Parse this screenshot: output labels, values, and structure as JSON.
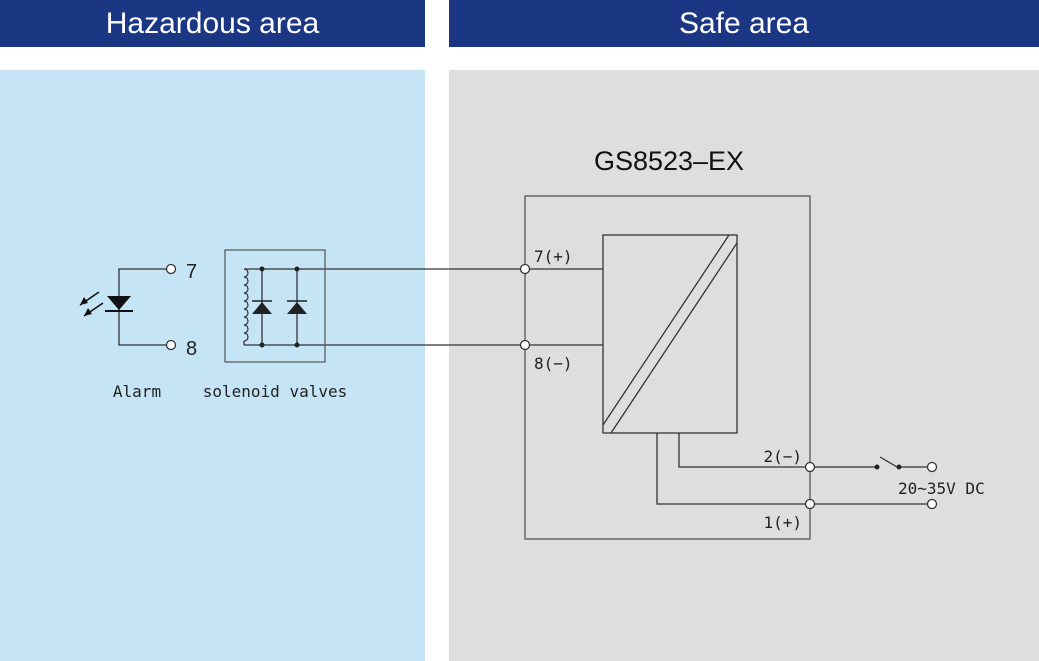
{
  "headers": {
    "hazardous": "Hazardous area",
    "safe": "Safe area"
  },
  "device": {
    "model": "GS8523–EX",
    "terminals": {
      "t7": "7(+)",
      "t8": "8(−)",
      "t2": "2(−)",
      "t1": "1(+)"
    }
  },
  "field": {
    "pin7": "7",
    "pin8": "8",
    "alarm_label": "Alarm",
    "valves_label": "solenoid valves"
  },
  "supply": {
    "label": "20~35V DC"
  },
  "colors": {
    "header_bg": "#1b3784",
    "hazardous_bg": "#c5e5f7",
    "safe_bg": "#dedede"
  }
}
